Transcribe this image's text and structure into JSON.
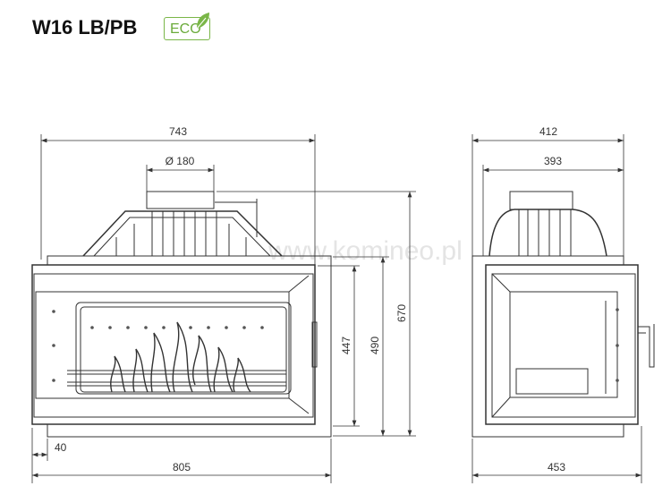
{
  "title": "W16 LB/PB",
  "badge": "ECO",
  "watermark": "www.komineo.pl",
  "colors": {
    "eco_green": "#7ab648",
    "line": "#333333"
  },
  "front_view": {
    "width_top": "743",
    "flue_diameter": "Ø 180",
    "height_door": "447",
    "height_body": "490",
    "height_total": "670",
    "frame_offset": "40",
    "width_bottom": "805"
  },
  "side_view": {
    "depth_outer": "412",
    "depth_inner": "393",
    "depth_bottom": "453"
  }
}
